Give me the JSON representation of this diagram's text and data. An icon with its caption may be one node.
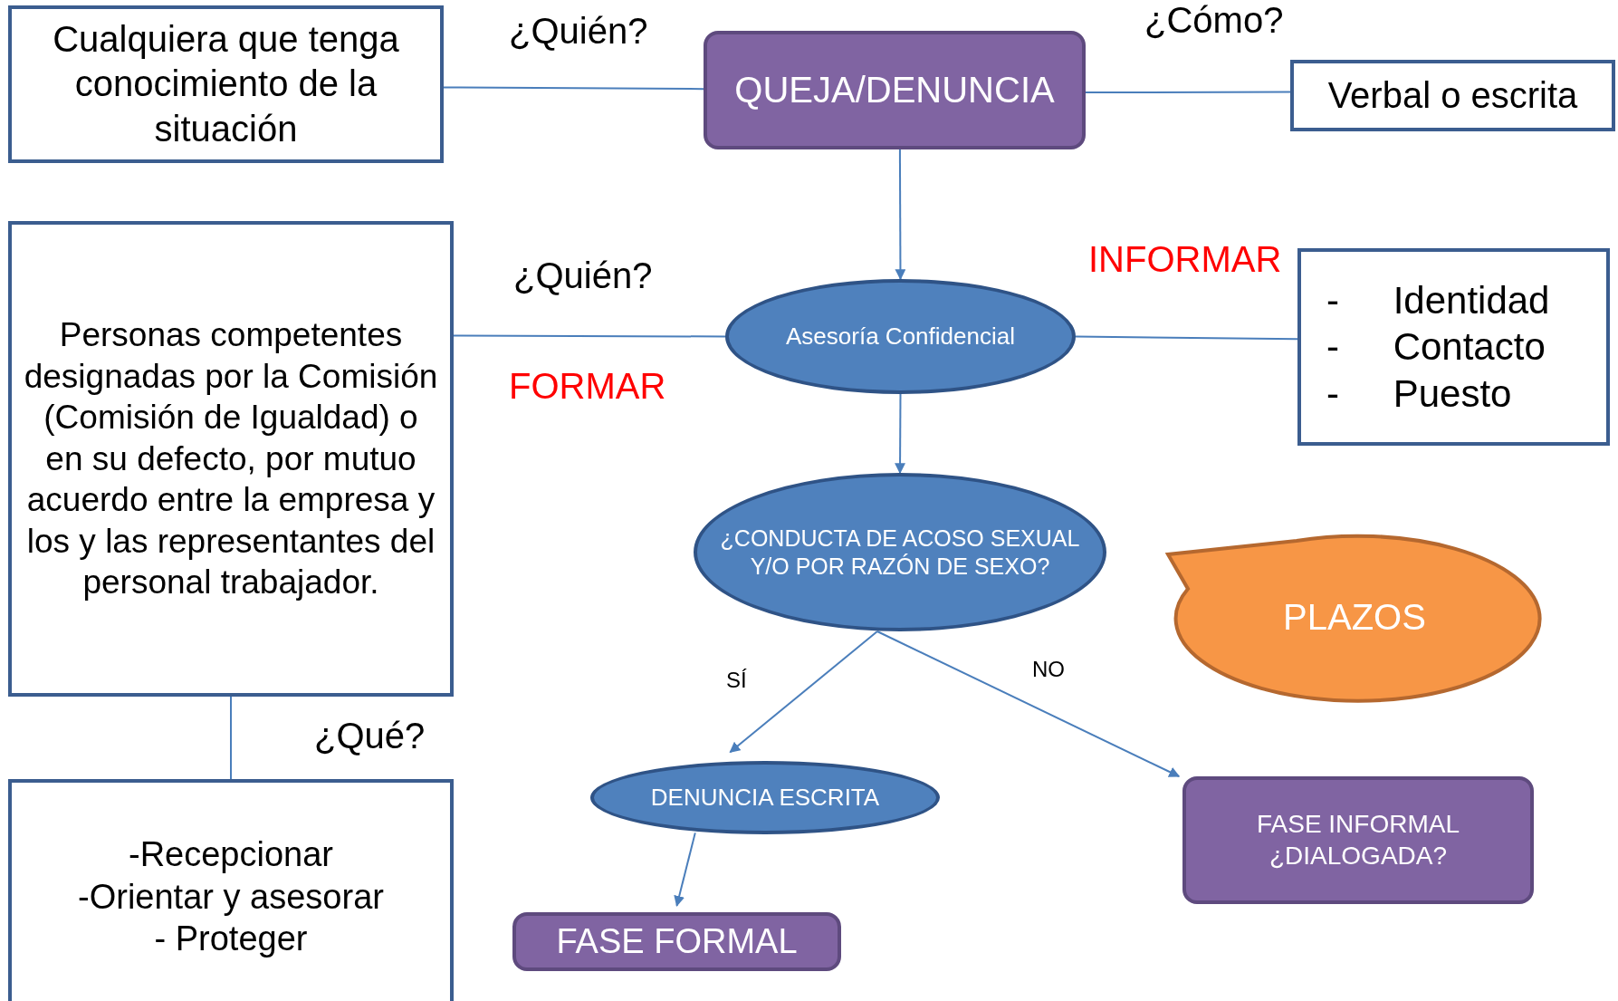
{
  "diagram": {
    "nodes": [
      {
        "text": [
          "Cualquiera que tenga conocimiento de la situación"
        ]
      },
      {
        "text": [
          "QUEJA/DENUNCIA"
        ]
      },
      {
        "text": [
          "Verbal o escrita"
        ]
      },
      {
        "text": [
          "Personas competentes designadas por la Comisión (Comisión de Igualdad) o en su defecto, por mutuo acuerdo entre la empresa y los y las representantes del personal trabajador."
        ]
      },
      {
        "text": [
          "Asesoría Confidencial"
        ]
      },
      {
        "text": [
          "- Identidad",
          "- Contacto",
          "- Puesto"
        ]
      },
      {
        "text": [
          "¿CONDUCTA DE ACOSO SEXUAL Y/O POR RAZÓN DE SEXO?"
        ]
      },
      {
        "text": [
          "PLAZOS"
        ]
      },
      {
        "text": [
          "DENUNCIA ESCRITA"
        ]
      },
      {
        "text": [
          "FASE INFORMAL ¿DIALOGADA?"
        ]
      },
      {
        "text": [
          "FASE FORMAL"
        ]
      },
      {
        "text": [
          "-Recepcionar",
          "-Orientar y asesorar",
          "- Proteger"
        ]
      }
    ],
    "edges": [
      {
        "from": 0,
        "to": 1,
        "arrow": "none",
        "label": "¿Quién?"
      },
      {
        "from": 1,
        "to": 2,
        "arrow": "none",
        "label": "¿Cómo?"
      },
      {
        "from": 1,
        "to": 4,
        "arrow": "to"
      },
      {
        "from": 3,
        "to": 4,
        "arrow": "none",
        "label": "¿Quién?"
      },
      {
        "from": 4,
        "to": 5,
        "arrow": "none",
        "label": "INFORMAR"
      },
      {
        "from": 4,
        "to": 6,
        "arrow": "to"
      },
      {
        "from": 6,
        "to": 8,
        "arrow": "to",
        "label": "SÍ"
      },
      {
        "from": 6,
        "to": 9,
        "arrow": "to",
        "label": "NO"
      },
      {
        "from": 8,
        "to": 10,
        "arrow": "to"
      },
      {
        "from": 3,
        "to": 11,
        "arrow": "none",
        "label": "¿Qué?"
      }
    ],
    "labels": [
      "FORMAR"
    ]
  }
}
